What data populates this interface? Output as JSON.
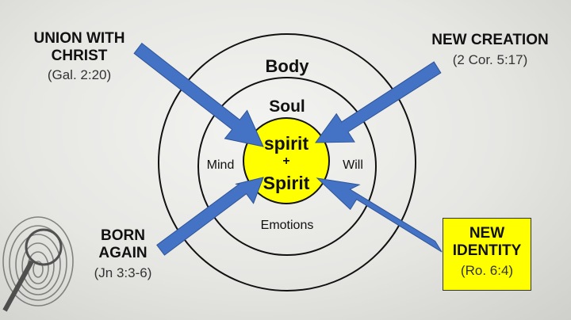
{
  "circles": {
    "outer_label": "Body",
    "middle_label": "Soul",
    "core_line1": "spirit",
    "core_plus": "+",
    "core_line2": "Spirit",
    "mind_label": "Mind",
    "will_label": "Will",
    "emotions_label": "Emotions"
  },
  "labels": {
    "union": {
      "line1": "UNION WITH",
      "line2": "CHRIST",
      "ref": "(Gal. 2:20)"
    },
    "creation": {
      "line1": "NEW CREATION",
      "ref": "(2 Cor. 5:17)"
    },
    "born": {
      "line1": "BORN",
      "line2": "AGAIN",
      "ref": "(Jn 3:3-6)"
    },
    "identity": {
      "line1": "NEW",
      "line2": "IDENTITY",
      "ref": "(Ro. 6:4)"
    }
  },
  "colors": {
    "arrow": "#4472c4",
    "core_fill": "#ffff00",
    "ring_stroke": "#111111"
  },
  "decor": {
    "bottom_left": "fingerprint-icon"
  }
}
